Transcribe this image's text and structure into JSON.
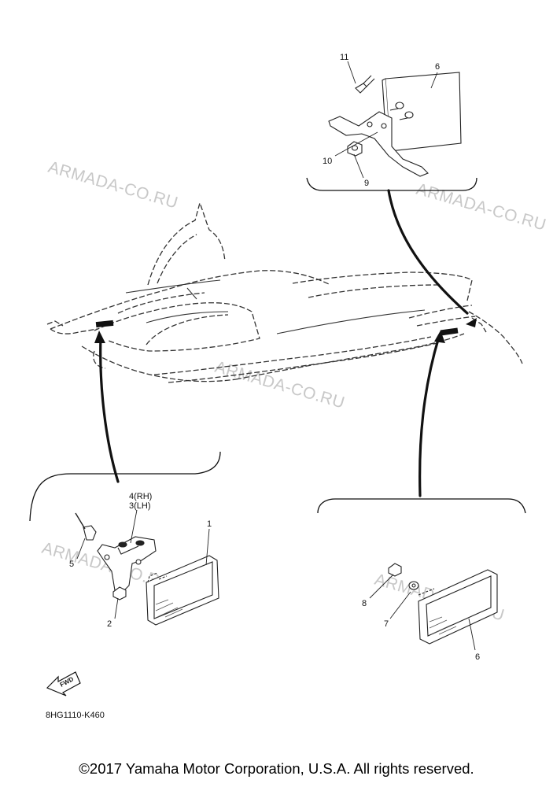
{
  "watermarks": [
    "ARMADA-CO.RU",
    "ARMADA-CO.RU",
    "ARMADA-CO.RU",
    "ARMADA-CO.RU",
    "ARMADA-CO.RU"
  ],
  "callouts": {
    "p1": "1",
    "p2": "2",
    "p3_4": [
      "4(RH)",
      "3(LH)"
    ],
    "p5": "5",
    "p6_top": "6",
    "p6_bottom": "6",
    "p7": "7",
    "p8": "8",
    "p9": "9",
    "p10": "10",
    "p11": "11"
  },
  "fwd_label": "FWD",
  "diagram_code": "8HG1110-K460",
  "copyright": "©2017 Yamaha Motor Corporation, U.S.A. All rights reserved."
}
